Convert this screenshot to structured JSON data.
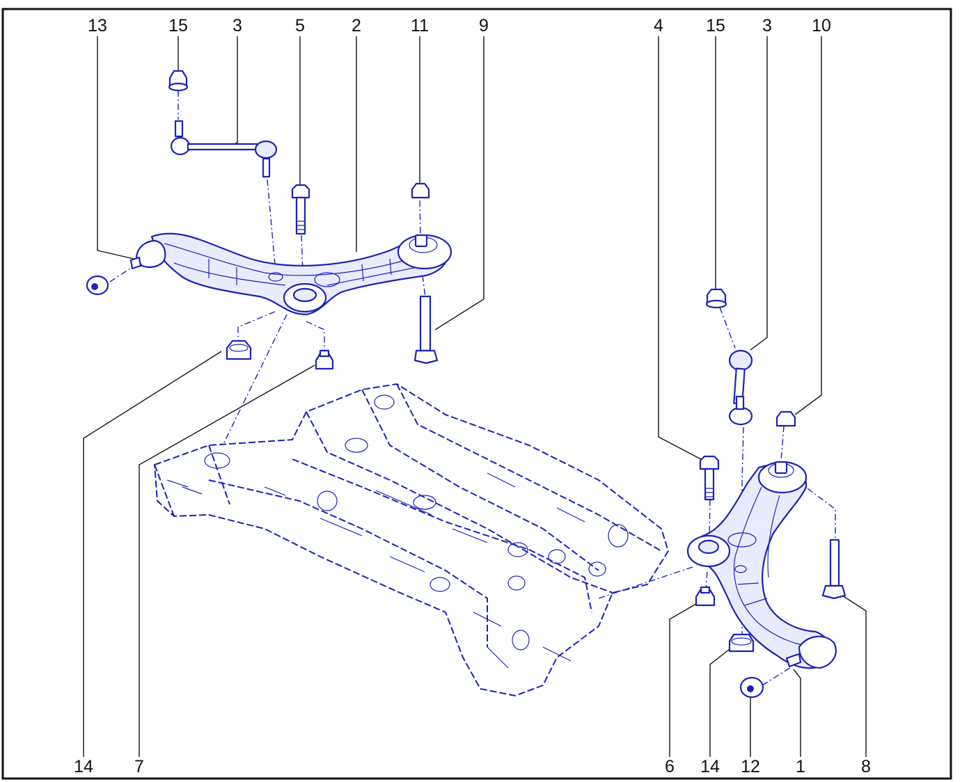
{
  "colors": {
    "line_art": "#1a22b8",
    "callouts": "#111111",
    "frame": "#111111"
  },
  "callouts": {
    "c13": "13",
    "c15a": "15",
    "c3a": "3",
    "c5": "5",
    "c2": "2",
    "c11": "11",
    "c9": "9",
    "c4": "4",
    "c15b": "15",
    "c3b": "3",
    "c10": "10",
    "c14a": "14",
    "c7": "7",
    "c6": "6",
    "c14b": "14",
    "c12": "12",
    "c1": "1",
    "c8": "8"
  }
}
